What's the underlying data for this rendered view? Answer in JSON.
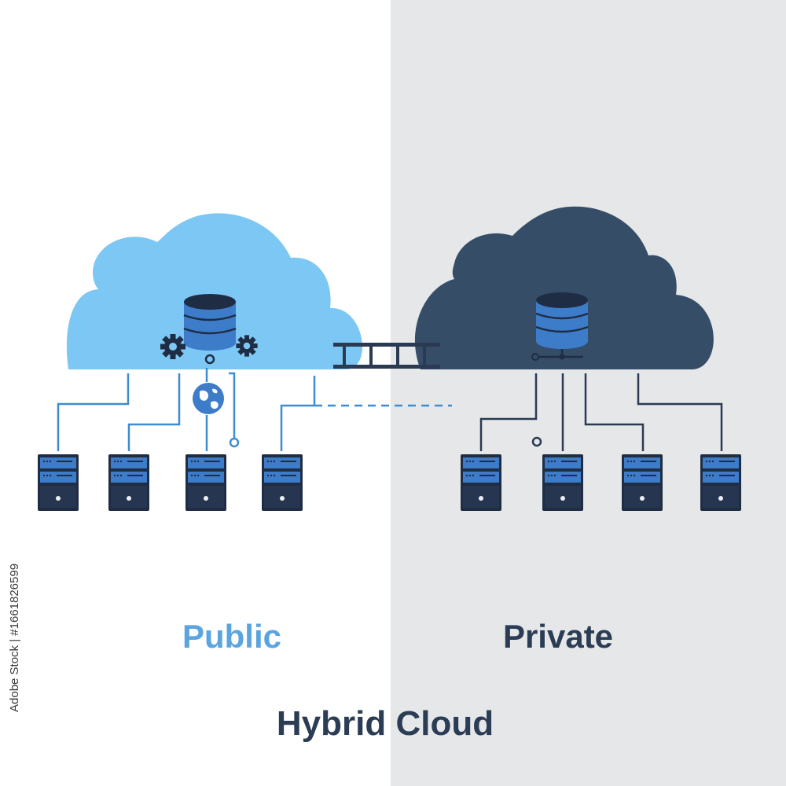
{
  "labels": {
    "public": "Public",
    "private": "Private",
    "title": "Hybrid Cloud"
  },
  "watermark": {
    "stock_id": "Adobe Stock | #1661826599"
  },
  "colors": {
    "public_cloud": "#7cc7f4",
    "private_cloud": "#364d68",
    "server_blue": "#3d7cc9",
    "server_dark": "#1f2d44",
    "line_blue": "#3f8ccf",
    "line_dark": "#2a3a52",
    "public_text": "#5aa5df",
    "dark_text": "#2b3d55",
    "right_background": "#e6e7e9"
  },
  "icons": {
    "public_cloud": [
      "database-icon",
      "gear-icon",
      "gear-icon",
      "globe-icon"
    ],
    "private_cloud": [
      "database-icon",
      "network-node-icon"
    ],
    "connector": "bridge-icon"
  },
  "public_servers": 4,
  "private_servers": 4
}
